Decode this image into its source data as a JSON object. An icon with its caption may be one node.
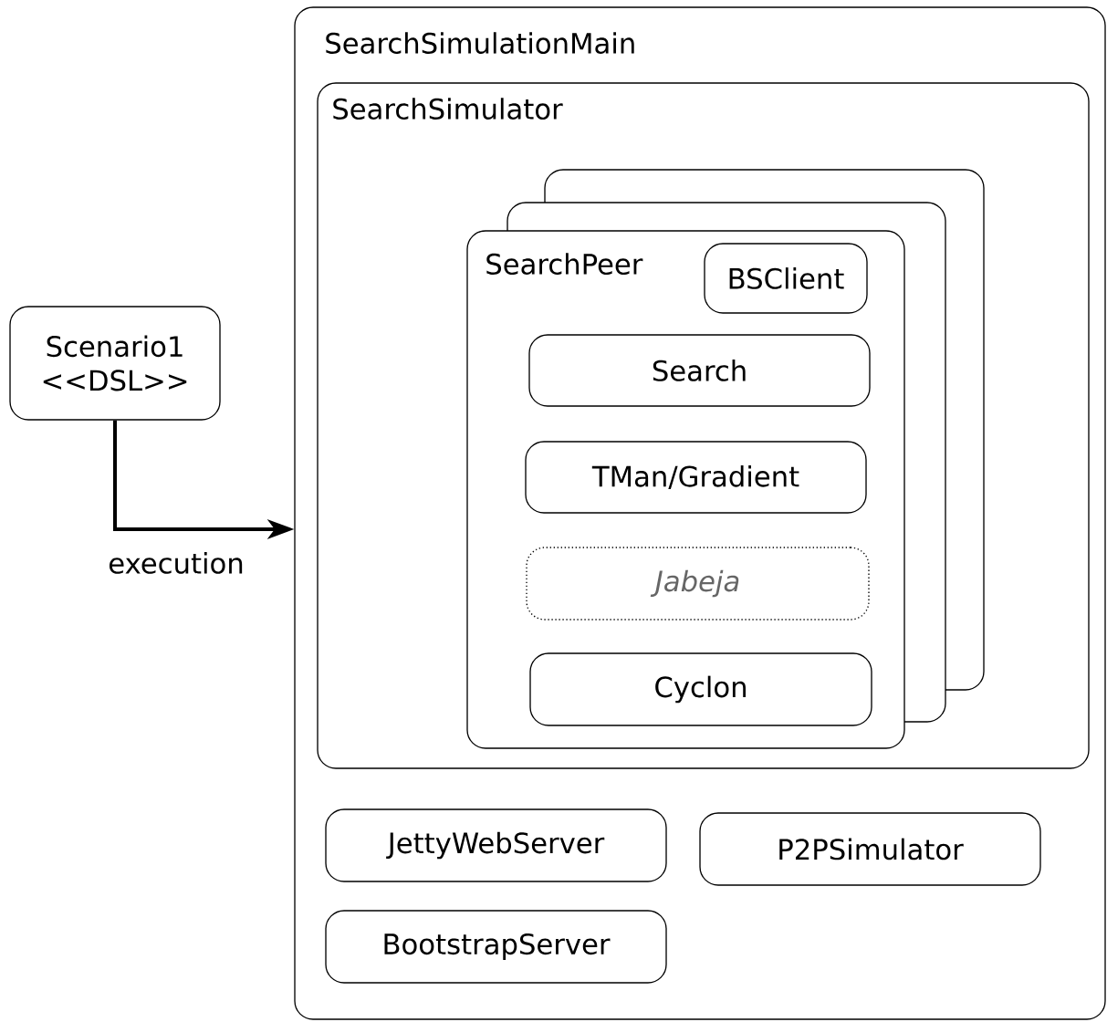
{
  "diagram": {
    "nodes": [
      {
        "text": [
          "SearchSimulationMain"
        ]
      },
      {
        "text": [
          "SearchSimulator"
        ],
        "in": 0
      },
      {
        "text": [],
        "shape": "box",
        "in": 1
      },
      {
        "text": [],
        "shape": "box",
        "in": 1
      },
      {
        "text": [
          "SearchPeer"
        ],
        "in": 1
      },
      {
        "text": [
          "BSClient"
        ]
      },
      {
        "text": [
          "Search"
        ]
      },
      {
        "text": [
          "TMan/Gradient"
        ],
        "in": 4
      },
      {
        "text": [
          "Jabeja"
        ]
      },
      {
        "text": [
          "Cyclon"
        ],
        "in": 4
      },
      {
        "text": [
          "JettyWebServer"
        ],
        "in": 0
      },
      {
        "text": [
          "P2PSimulator"
        ],
        "in": 0
      },
      {
        "text": [
          "BootstrapServer"
        ],
        "in": 0
      },
      {
        "text": [
          "Scenario1 <<DSL>>"
        ]
      }
    ],
    "edges": [
      {
        "from": 13,
        "to": 0,
        "arrow": "to",
        "label": "execution"
      }
    ]
  }
}
